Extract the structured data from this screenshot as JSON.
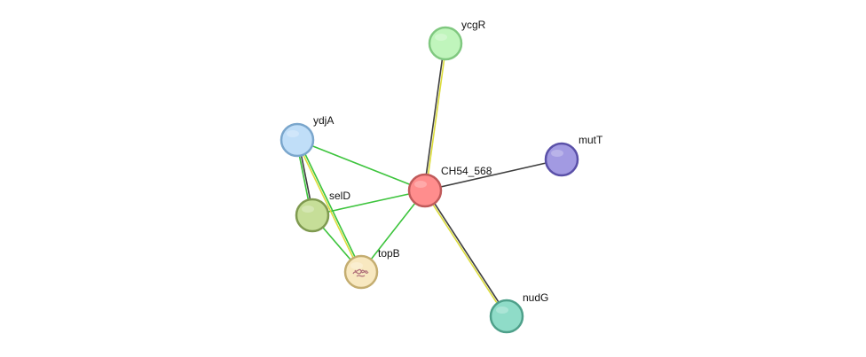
{
  "network": {
    "nodes": [
      {
        "id": "CH54_568",
        "label": "CH54_568",
        "fill": "#ff8d8d",
        "stroke": "#c05a5a"
      },
      {
        "id": "ycgR",
        "label": "ycgR",
        "fill": "#c0f5bc",
        "stroke": "#80c880"
      },
      {
        "id": "mutT",
        "label": "mutT",
        "fill": "#a29ae2",
        "stroke": "#5a50a8"
      },
      {
        "id": "ydjA",
        "label": "ydjA",
        "fill": "#c0def8",
        "stroke": "#7aa6cc"
      },
      {
        "id": "selD",
        "label": "selD",
        "fill": "#c6de98",
        "stroke": "#7f9a50"
      },
      {
        "id": "topB",
        "label": "topB",
        "fill": "#f8e8c0",
        "stroke": "#c4ad70"
      },
      {
        "id": "nudG",
        "label": "nudG",
        "fill": "#8fdcc8",
        "stroke": "#4ea08a"
      }
    ],
    "edges": [
      {
        "source": "CH54_568",
        "target": "ycgR",
        "colors": [
          "#3f3f3f",
          "#dcdc3a"
        ]
      },
      {
        "source": "CH54_568",
        "target": "mutT",
        "colors": [
          "#3f3f3f"
        ]
      },
      {
        "source": "CH54_568",
        "target": "nudG",
        "colors": [
          "#3f3f3f",
          "#dcdc3a"
        ]
      },
      {
        "source": "CH54_568",
        "target": "ydjA",
        "colors": [
          "#3dc43d"
        ]
      },
      {
        "source": "CH54_568",
        "target": "selD",
        "colors": [
          "#3dc43d"
        ]
      },
      {
        "source": "CH54_568",
        "target": "topB",
        "colors": [
          "#3dc43d"
        ]
      },
      {
        "source": "ydjA",
        "target": "selD",
        "colors": [
          "#3f3f3f",
          "#3dc43d"
        ]
      },
      {
        "source": "ydjA",
        "target": "topB",
        "colors": [
          "#3dc43d",
          "#dcdc3a"
        ]
      },
      {
        "source": "selD",
        "target": "topB",
        "colors": [
          "#3dc43d"
        ]
      }
    ],
    "colors": {
      "experiments": "#3f3f3f",
      "textmining": "#dcdc3a",
      "coexpression": "#3dc43d"
    }
  }
}
